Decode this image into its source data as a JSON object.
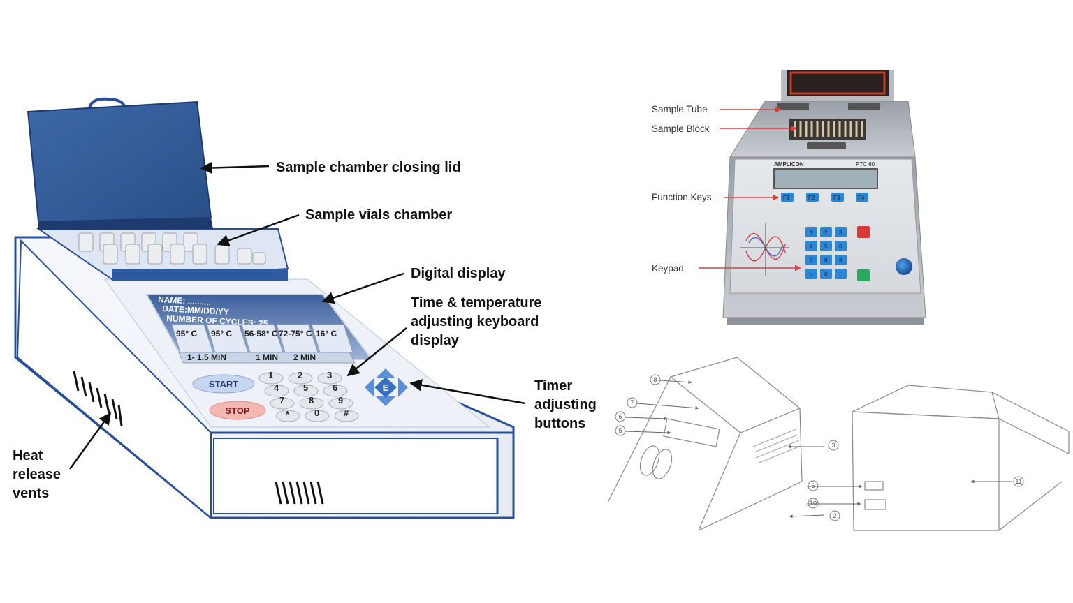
{
  "left_diagram": {
    "callouts": {
      "lid": "Sample chamber closing lid",
      "chamber": "Sample vials chamber",
      "display": "Digital display",
      "keyboard_line1": "Time & temperature",
      "keyboard_line2": "adjusting keyboard",
      "keyboard_line3": "display",
      "timer_line1": "Timer",
      "timer_line2": "adjusting",
      "timer_line3": "buttons",
      "vents_line1": "Heat",
      "vents_line2": "release",
      "vents_line3": "vents"
    },
    "screen": {
      "name": "NAME: ..........",
      "date": "DATE:MM/DD/YY",
      "cycles": "NUMBER OF CYCLES: 25",
      "temps": [
        "95° C",
        "95° C",
        "56-58° C",
        "72-75° C",
        "16° C"
      ],
      "times": [
        "1- 1.5 MIN",
        "1 MIN",
        "2 MIN"
      ]
    },
    "buttons": {
      "start": "START",
      "stop": "STOP",
      "enter": "E"
    },
    "keypad": [
      "1",
      "2",
      "3",
      "4",
      "5",
      "6",
      "7",
      "8",
      "9",
      "*",
      "0",
      "#"
    ]
  },
  "right_top_photo": {
    "labels": {
      "sample_tube": "Sample Tube",
      "sample_block": "Sample Block",
      "function_keys": "Function Keys",
      "keypad": "Keypad"
    },
    "brand": "AMPLICON",
    "model": "PTC 60",
    "function_keys": [
      "F1",
      "F2",
      "F3",
      "F4"
    ],
    "keypad": [
      "1",
      "2",
      "3",
      "4",
      "5",
      "6",
      "7",
      "8",
      "9",
      "-",
      "0",
      "."
    ]
  },
  "right_bottom_drawing": {
    "callout_numbers": [
      "8",
      "7",
      "6",
      "5",
      "3",
      "6",
      "10",
      "2",
      "11"
    ]
  }
}
